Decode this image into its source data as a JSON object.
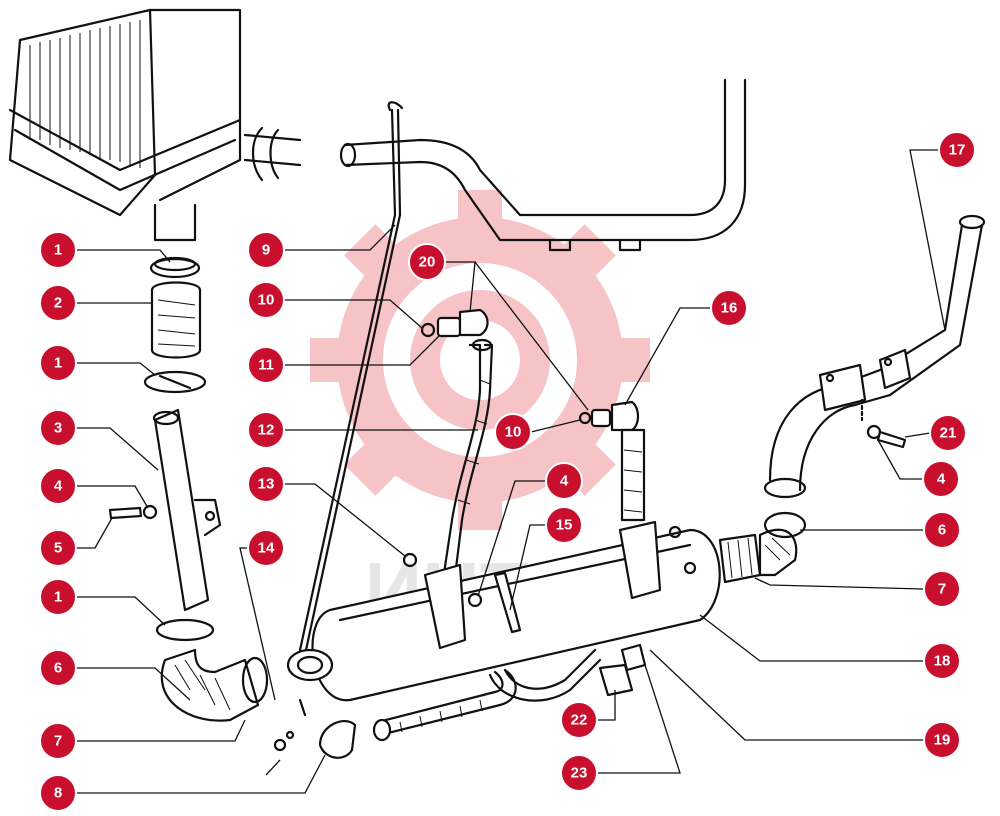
{
  "watermark": {
    "text": "ИНТЕХ",
    "gear_color": "#f6c3c7",
    "text_color": "#e0e0e0"
  },
  "callout_color": "#c8102e",
  "callouts": [
    {
      "id": "c1a",
      "label": "1"
    },
    {
      "id": "c2",
      "label": "2"
    },
    {
      "id": "c1b",
      "label": "1"
    },
    {
      "id": "c3",
      "label": "3"
    },
    {
      "id": "c4a",
      "label": "4"
    },
    {
      "id": "c5",
      "label": "5"
    },
    {
      "id": "c1c",
      "label": "1"
    },
    {
      "id": "c6a",
      "label": "6"
    },
    {
      "id": "c7a",
      "label": "7"
    },
    {
      "id": "c8",
      "label": "8"
    },
    {
      "id": "c9",
      "label": "9"
    },
    {
      "id": "c10a",
      "label": "10"
    },
    {
      "id": "c11",
      "label": "11"
    },
    {
      "id": "c12",
      "label": "12"
    },
    {
      "id": "c13",
      "label": "13"
    },
    {
      "id": "c14",
      "label": "14"
    },
    {
      "id": "c20",
      "label": "20"
    },
    {
      "id": "c10b",
      "label": "10"
    },
    {
      "id": "c4b",
      "label": "4"
    },
    {
      "id": "c15",
      "label": "15"
    },
    {
      "id": "c16",
      "label": "16"
    },
    {
      "id": "c17",
      "label": "17"
    },
    {
      "id": "c21",
      "label": "21"
    },
    {
      "id": "c4c",
      "label": "4"
    },
    {
      "id": "c6b",
      "label": "6"
    },
    {
      "id": "c7b",
      "label": "7"
    },
    {
      "id": "c18",
      "label": "18"
    },
    {
      "id": "c19",
      "label": "19"
    },
    {
      "id": "c22",
      "label": "22"
    },
    {
      "id": "c23",
      "label": "23"
    }
  ]
}
